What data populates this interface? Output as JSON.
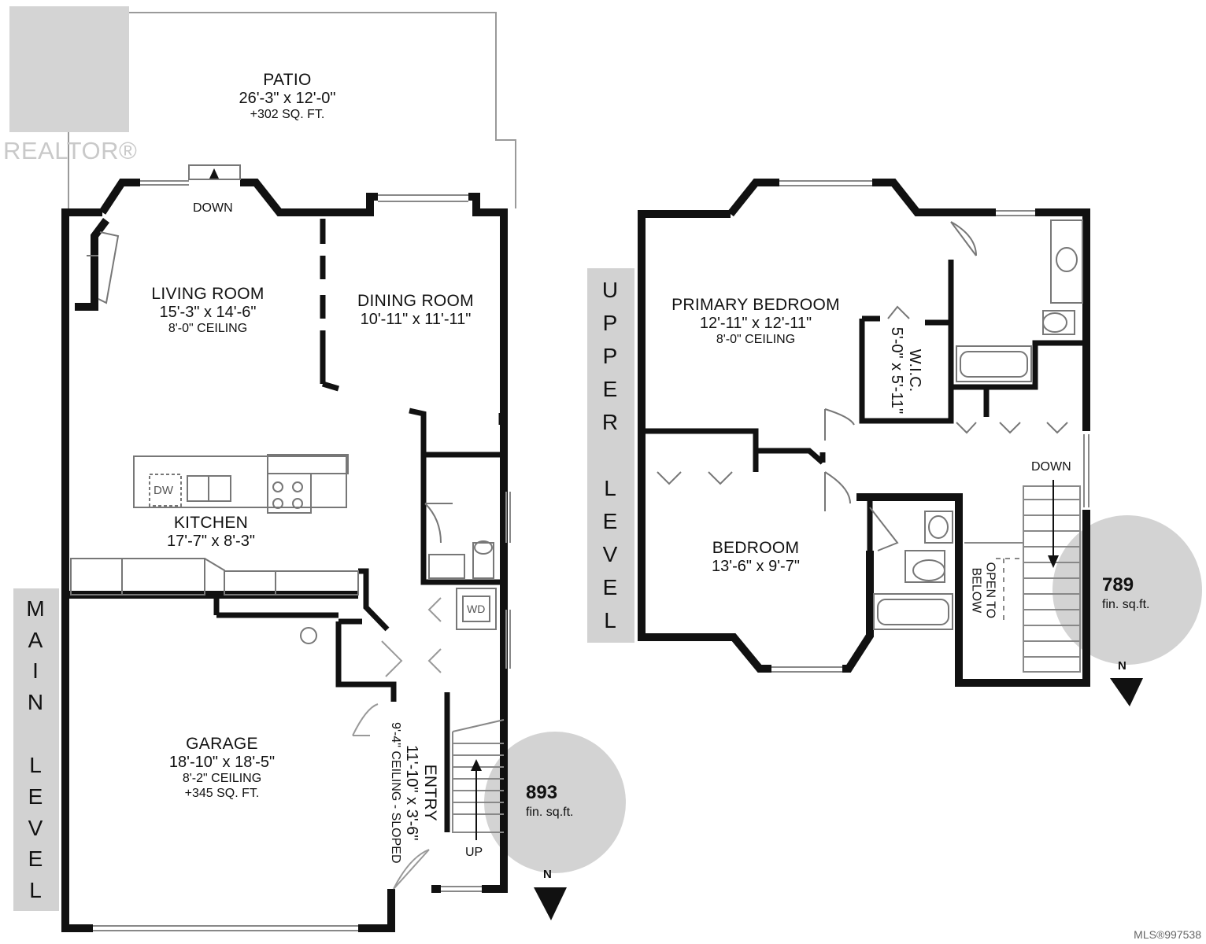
{
  "branding": {
    "logo_text": "REALTOR®",
    "listing_id": "MLS®997538"
  },
  "main_level": {
    "level_label": [
      "M",
      "A",
      "I",
      "N",
      "L",
      "E",
      "V",
      "E",
      "L"
    ],
    "fin_sqft": "893",
    "fin_sqft_unit": "fin. sq.ft.",
    "compass": "N",
    "rooms": {
      "patio": {
        "name": "PATIO",
        "dims": "26'-3\" x 12'-0\"",
        "note": "+302 SQ. FT."
      },
      "living": {
        "name": "LIVING ROOM",
        "dims": "15'-3\" x 14'-6\"",
        "note": "8'-0\" CEILING"
      },
      "dining": {
        "name": "DINING ROOM",
        "dims": "10'-11\" x 11'-11\""
      },
      "kitchen": {
        "name": "KITCHEN",
        "dims": "17'-7\" x 8'-3\""
      },
      "garage": {
        "name": "GARAGE",
        "dims": "18'-10\" x 18'-5\"",
        "note": "8'-2\" CEILING",
        "note2": "+345 SQ. FT."
      },
      "entry": {
        "name": "ENTRY",
        "dims": "11'-10\" x 3'-6\"",
        "note": "9'-4\" CEILING - SLOPED"
      }
    },
    "markers": {
      "down": "DOWN",
      "up": "UP",
      "dw": "DW",
      "wd": "WD"
    }
  },
  "upper_level": {
    "level_label": [
      "U",
      "P",
      "P",
      "E",
      "R",
      "L",
      "E",
      "V",
      "E",
      "L"
    ],
    "fin_sqft": "789",
    "fin_sqft_unit": "fin. sq.ft.",
    "compass": "N",
    "rooms": {
      "primary": {
        "name": "PRIMARY BEDROOM",
        "dims": "12'-11\" x 12'-11\"",
        "note": "8'-0\" CEILING"
      },
      "wic": {
        "name": "W.I.C.",
        "dims": "5'-0\" x 5'-11\""
      },
      "bedroom": {
        "name": "BEDROOM",
        "dims": "13'-6\" x 9'-7\""
      },
      "open": {
        "line1": "OPEN TO",
        "line2": "BELOW"
      }
    },
    "markers": {
      "down": "DOWN"
    }
  }
}
